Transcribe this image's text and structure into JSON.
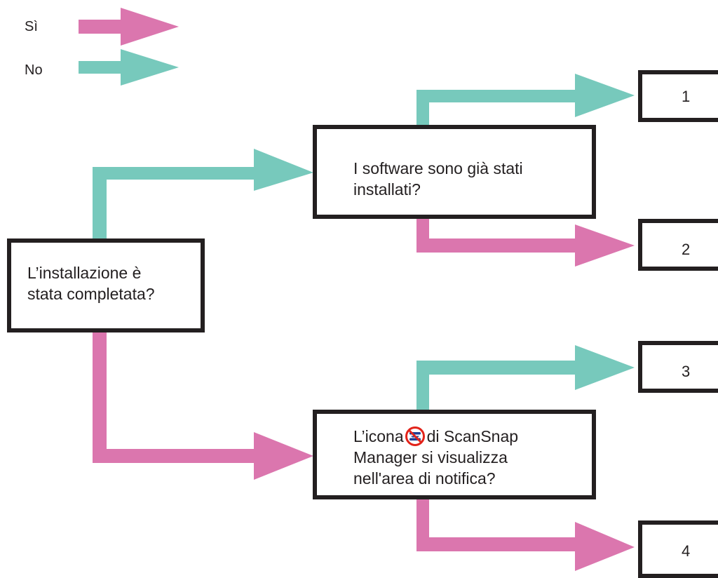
{
  "legend": {
    "yes_label": "Sì",
    "no_label": "No"
  },
  "colors": {
    "yes": "#db76ae",
    "no": "#77c9bc",
    "border": "#231f20",
    "icon_red": "#e2231a",
    "icon_blue": "#1f3f94"
  },
  "nodes": {
    "q_installation": {
      "line1": "L’installazione è",
      "line2": "stata completata?"
    },
    "q_software": {
      "line1": "I software sono già stati",
      "line2": "installati?"
    },
    "q_icon": {
      "line1_before": "L’icona",
      "line1_after": "di ScanSnap",
      "line2": "Manager si visualizza",
      "line3": "nell'area di notifica?",
      "icon": "scansnap-manager-icon"
    },
    "result_1": "1",
    "result_2": "2",
    "result_3": "3",
    "result_4": "4"
  }
}
